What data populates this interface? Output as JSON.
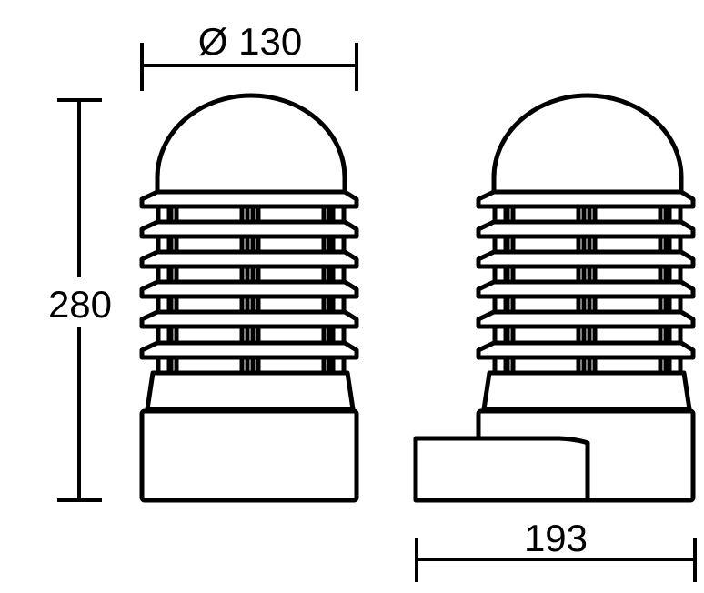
{
  "dimensions": {
    "diameter": "Ø 130",
    "height": "280",
    "depth": "193"
  },
  "colors": {
    "line": "#000000",
    "background": "#ffffff"
  }
}
